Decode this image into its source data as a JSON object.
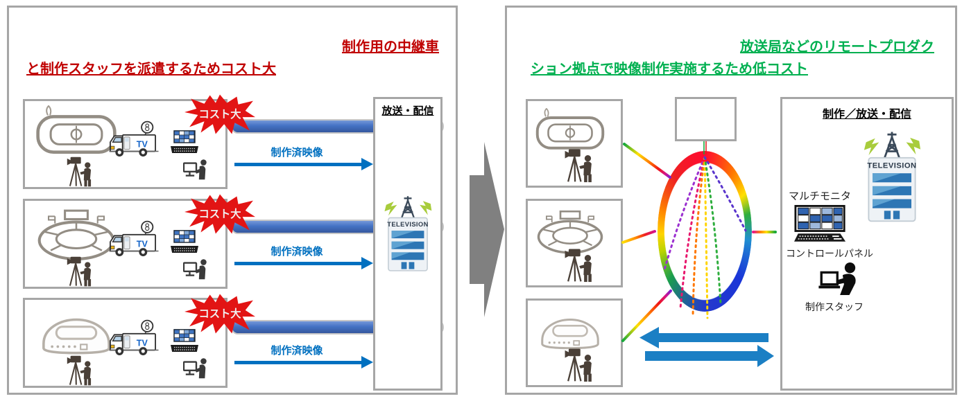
{
  "colors": {
    "red_title": "#C00000",
    "green_title": "#00B050",
    "feed_arrow_blue": "#0070C0",
    "pipe_blue": "#4472C4",
    "panel_border_gray": "#A6A6A6",
    "starburst_red": "#E21414",
    "big_arrow_gray": "#808080",
    "dual_arrow_blue": "#1B7FC4"
  },
  "left_panel": {
    "title_line1": "制作用の中継車",
    "title_line2": "と制作スタッフを派遣するためコスト大",
    "truck_logo": "TV",
    "rows": [
      {
        "venue": "stadium",
        "cost_badge": "コスト大",
        "feed_label": "制作済映像"
      },
      {
        "venue": "arena",
        "cost_badge": "コスト大",
        "feed_label": "制作済映像"
      },
      {
        "venue": "dome",
        "cost_badge": "コスト大",
        "feed_label": "制作済映像"
      }
    ],
    "broadcast_box": {
      "title": "放送・配信",
      "building_label": "TELEVISION"
    }
  },
  "right_panel": {
    "title_line1": "放送局などのリモートプロダク",
    "title_line2": "ション拠点で映像制作実施するため低コスト",
    "production_box": {
      "title": "制作／放送・配信",
      "building_label": "TELEVISION",
      "multi_monitor_label": "マルチモニタ",
      "control_panel_label": "コントロールパネル",
      "staff_label": "制作スタッフ"
    }
  }
}
